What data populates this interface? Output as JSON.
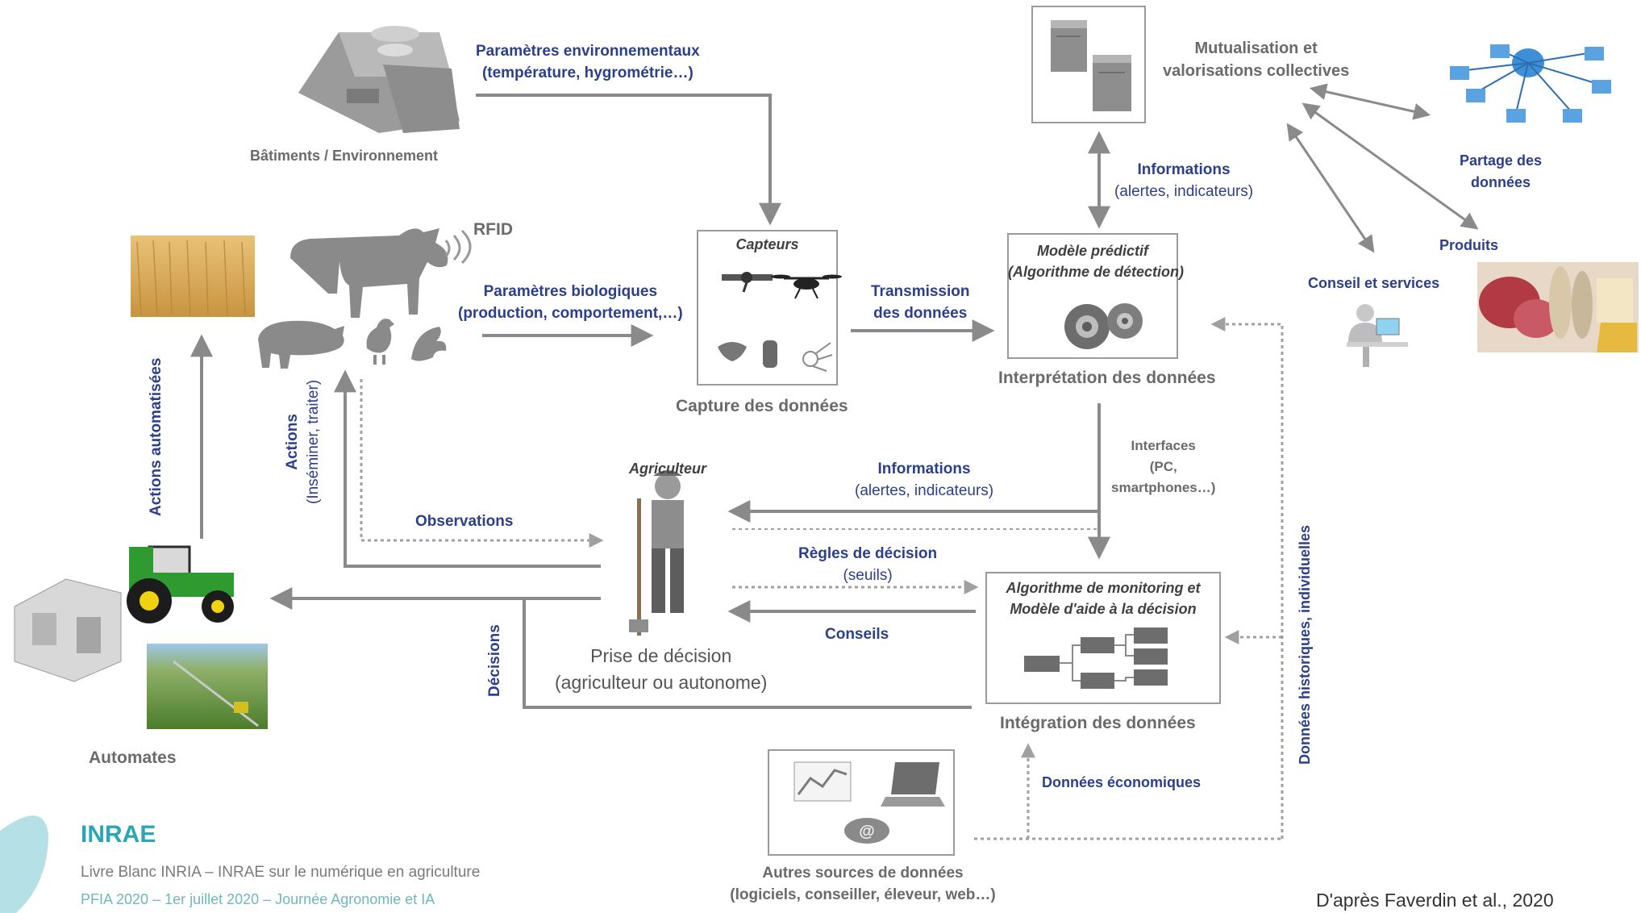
{
  "labels": {
    "env_params": [
      "Paramètres environnementaux",
      "(température,  hygrométrie…)"
    ],
    "buildings": "Bâtiments / Environnement",
    "rfid": "RFID",
    "bio_params": [
      "Paramètres biologiques",
      "(production, comportement,…)"
    ],
    "sensors_box": "Capteurs",
    "data_capture": "Capture des données",
    "transmission": [
      "Transmission",
      "des données"
    ],
    "predictive_model": [
      "Modèle prédictif",
      "(Algorithme de détection)"
    ],
    "data_interpretation": "Interprétation des données",
    "info_top": [
      "Informations",
      "(alertes, indicateurs)"
    ],
    "mutualisation": [
      "Mutualisation et",
      "valorisations collectives"
    ],
    "data_sharing": [
      "Partage des",
      "données"
    ],
    "products": "Produits",
    "advice_services": "Conseil et services",
    "auto_actions": "Actions automatisées",
    "actions": [
      "Actions",
      "(Inséminer, traiter)"
    ],
    "observations": "Observations",
    "farmer": "Agriculteur",
    "info_mid": [
      "Informations",
      "(alertes, indicateurs)"
    ],
    "interfaces": [
      "Interfaces",
      "(PC,",
      "smartphones…)"
    ],
    "decision_rules": [
      "Règles de décision",
      "(seuils)"
    ],
    "advice": "Conseils",
    "monitoring": [
      "Algorithme de monitoring et",
      "Modèle d'aide à la décision"
    ],
    "data_integration": "Intégration des données",
    "decision_making": [
      "Prise de décision",
      "(agriculteur ou autonome)"
    ],
    "decisions": "Décisions",
    "automates": "Automates",
    "economic_data": "Données économiques",
    "historical_data": "Données historiques, individuelles",
    "other_sources": [
      "Autres sources de données",
      "(logiciels, conseiller, éleveur, web…)"
    ]
  },
  "footer": {
    "logo": "INRAE",
    "line1": "Livre Blanc INRIA – INRAE sur le numérique en agriculture",
    "line2": "PFIA 2020 – 1er juillet 2020 – Journée Agronomie et IA",
    "credit": "D'après Faverdin et al., 2020"
  },
  "colors": {
    "label_blue": "#2b3f8a",
    "arrow_grey": "#8a8a8a",
    "logo_teal": "#2aa6b5"
  }
}
